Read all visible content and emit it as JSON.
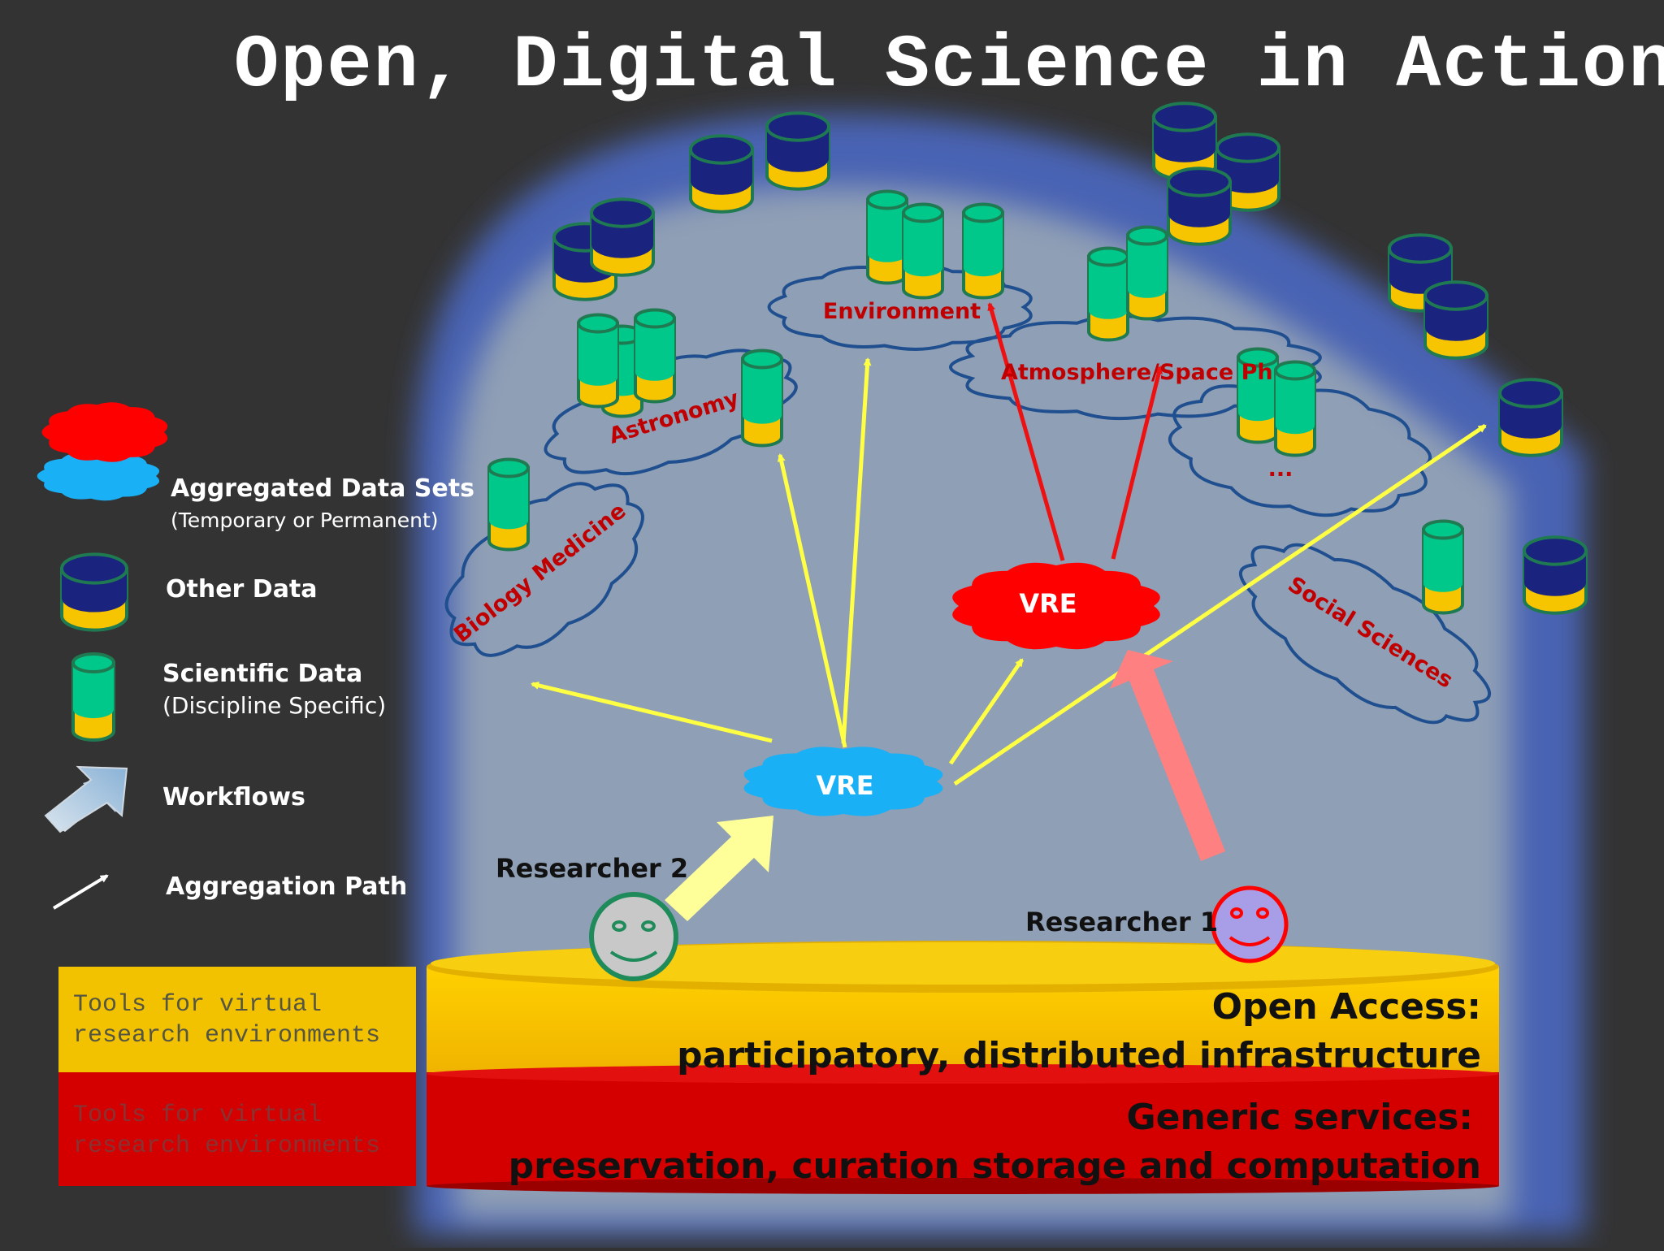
{
  "title": "Open, Digital Science in Action",
  "legend": {
    "aggregated": "Aggregated Data Sets",
    "aggregated_sub": "(Temporary or Permanent)",
    "other_data": "Other Data",
    "scientific_data": "Scientific Data",
    "scientific_sub": "(Discipline Specific)",
    "workflows": "Workflows",
    "aggregation_path": "Aggregation Path"
  },
  "clouds": {
    "environment": "Environment",
    "astronomy": "Astronomy",
    "atmosphere": "Atmosphere/Space Ph",
    "ellipsis": "...",
    "biology": "Biology Medicine",
    "social": "Social Sciences",
    "vre_red": "VRE",
    "vre_blue": "VRE"
  },
  "researchers": {
    "r1": "Researcher 1",
    "r2": "Researcher 2"
  },
  "tools": {
    "yellow": "Tools for virtual\nresearch environments",
    "red": "Tools for virtual\nresearch environments"
  },
  "bands": {
    "open_access_title": "Open Access:",
    "open_access_sub": "participatory, distributed infrastructure",
    "generic_title": "Generic services:",
    "generic_sub": "preservation, curation storage and computation"
  },
  "colors": {
    "background": "#333333",
    "dome_blue": "#4a64b4",
    "dome_inner": "#8f9fb5",
    "yellow_band": "#f2c200",
    "red_band": "#d40000",
    "cloud_outline": "#1f4f8f",
    "cloud_label": "#c00000",
    "vre_red": "#ff0000",
    "vre_blue": "#1ab0f5",
    "yellow_arrow": "#ffff44",
    "red_arrow": "#ee1111",
    "workflow_pink": "#ff8080",
    "workflow_yellow": "#ffff99",
    "scientific_green": "#00c88a",
    "other_navy": "#1a237e"
  },
  "icons": [
    "other-data-cylinder-icon",
    "scientific-data-cylinder-icon",
    "aggregated-cloud-icon",
    "workflow-arrow-icon",
    "aggregation-path-arrow-icon",
    "smiley-face-icon"
  ]
}
